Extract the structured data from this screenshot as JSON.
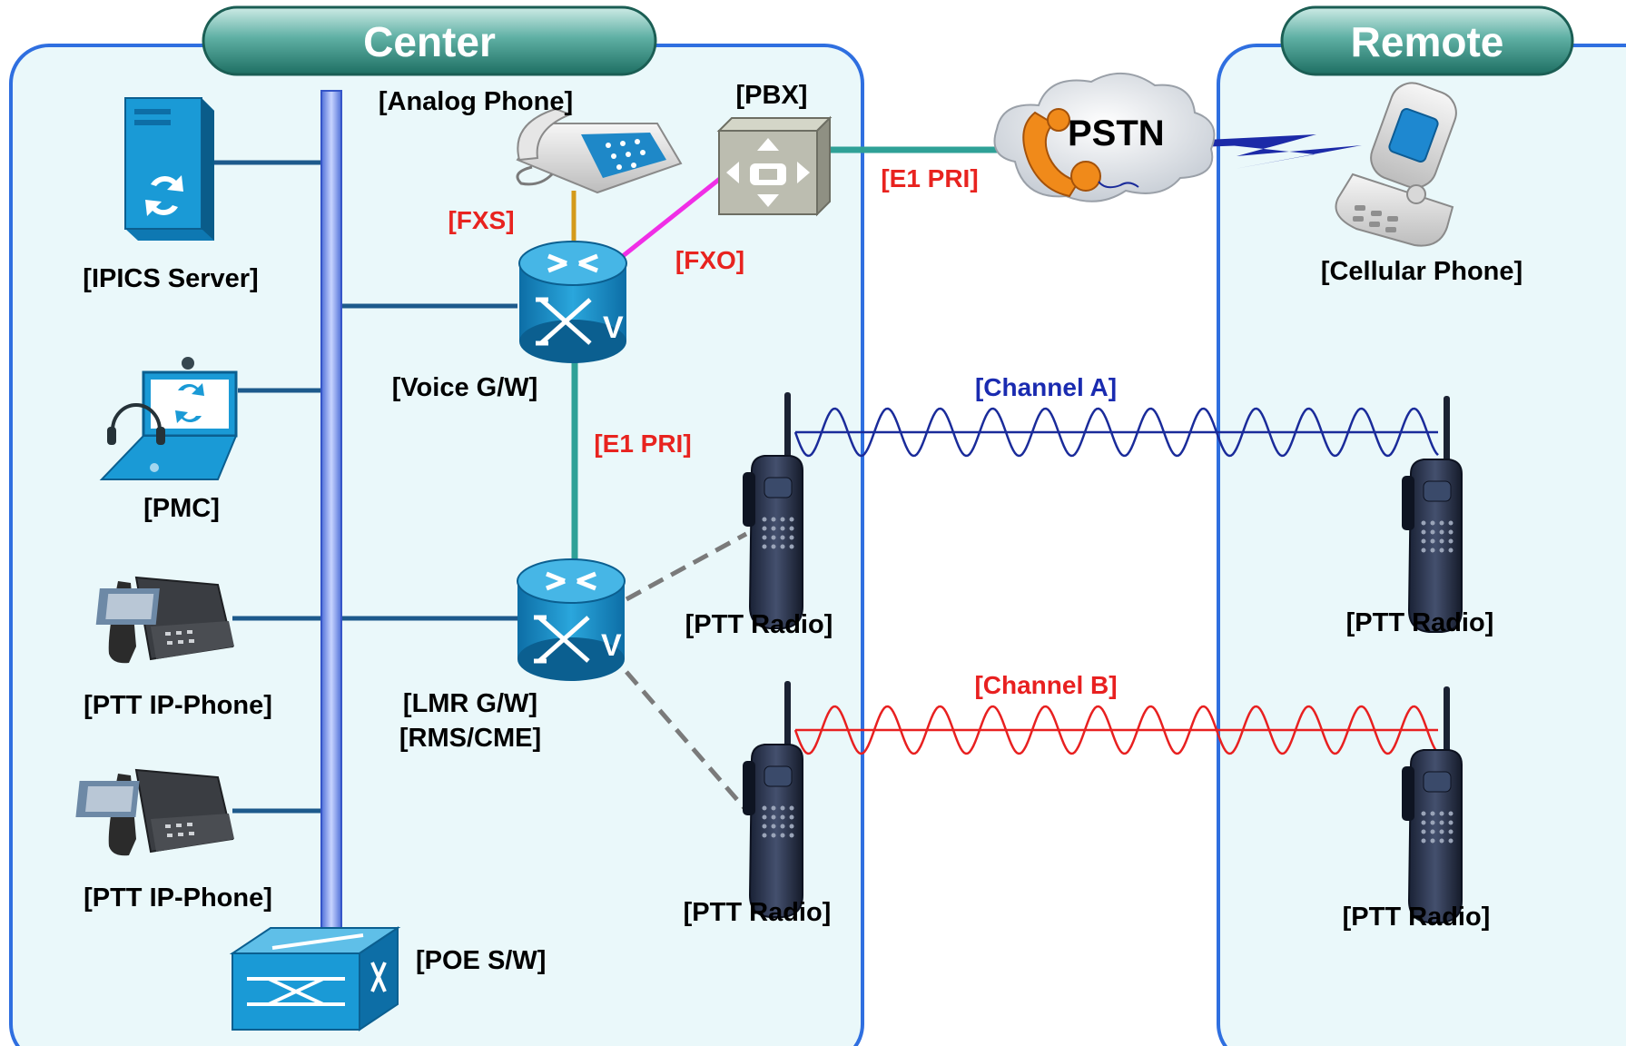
{
  "zones": {
    "center": "Center",
    "remote": "Remote"
  },
  "devices": {
    "ipics_server": "[IPICS Server]",
    "pmc": "[PMC]",
    "ptt_ip_phone_1": "[PTT IP-Phone]",
    "ptt_ip_phone_2": "[PTT IP-Phone]",
    "poe_switch": "[POE S/W]",
    "analog_phone": "[Analog Phone]",
    "pbx": "[PBX]",
    "voice_gw": "[Voice G/W]",
    "lmr_gw_line1": "[LMR G/W]",
    "lmr_gw_line2": "[RMS/CME]",
    "ptt_radio_center_1": "[PTT Radio]",
    "ptt_radio_center_2": "[PTT Radio]",
    "pstn": "PSTN",
    "cellular_phone": "[Cellular Phone]",
    "ptt_radio_remote_1": "[PTT Radio]",
    "ptt_radio_remote_2": "[PTT Radio]"
  },
  "links": {
    "fxs": "[FXS]",
    "fxo": "[FXO]",
    "e1_pri_pstn": "[E1 PRI]",
    "e1_pri_gw": "[E1 PRI]",
    "channel_a": "[Channel A]",
    "channel_b": "[Channel B]"
  },
  "colors": {
    "zone_fill": "#eaf8fa",
    "zone_border": "#2f6fe0",
    "tab_fill": "#2c8a7c",
    "lan_line": "#1d5a8c",
    "backbone_bar": "#6f8fe8",
    "e1_line": "#2fa197",
    "fxs_line": "#d49a1a",
    "fxo_line": "#f02ee6",
    "channel_a": "#1a2b9a",
    "channel_b": "#e82020",
    "label_red": "#e8231f",
    "label_blue": "#1a2bb0",
    "device_blue": "#1a90c8"
  }
}
